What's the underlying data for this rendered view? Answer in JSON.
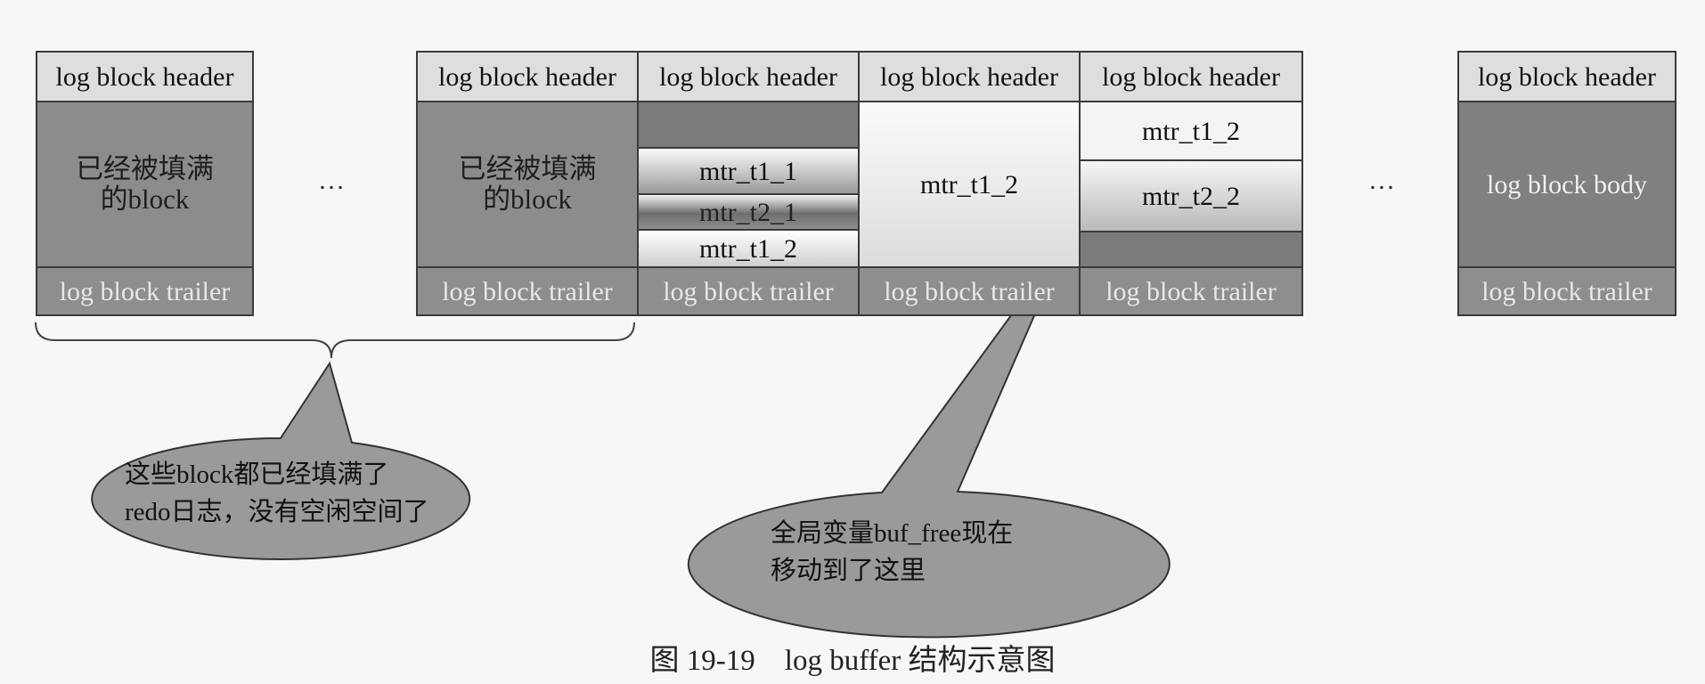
{
  "block_labels": {
    "header": "log block header",
    "trailer": "log block trailer",
    "filled_line1": "已经被填满",
    "filled_line2": "的block",
    "body": "log block body"
  },
  "mtr": {
    "t1_1": "mtr_t1_1",
    "t2_1": "mtr_t2_1",
    "t1_2": "mtr_t1_2",
    "t2_2": "mtr_t2_2"
  },
  "ellipsis": "…",
  "callouts": {
    "filled": {
      "line1": "这些block都已经填满了",
      "line2": "redo日志，没有空闲空间了"
    },
    "buf_free": {
      "line1": "全局变量buf_free现在",
      "line2": "移动到了这里"
    }
  },
  "caption": "图 19-19　log buffer 结构示意图"
}
